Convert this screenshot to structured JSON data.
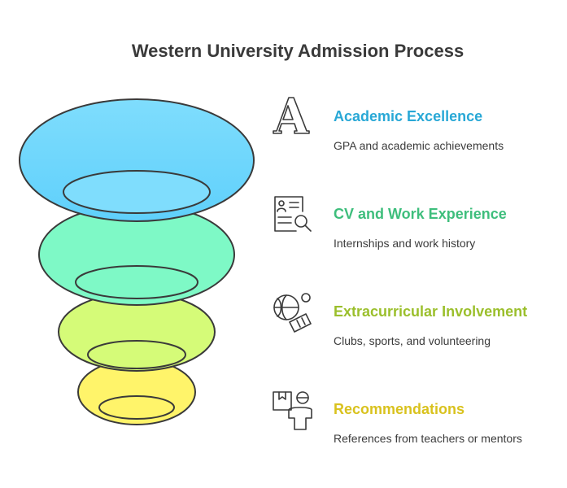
{
  "title": "Western University Admission Process",
  "stages": [
    {
      "title": "Academic Excellence",
      "description": "GPA and academic achievements",
      "color": "#29a8d6",
      "fill": "#7fddfd",
      "icon": "letter-a-icon"
    },
    {
      "title": "CV and Work Experience",
      "description": "Internships and work history",
      "color": "#3ebe7c",
      "fill": "#7ef9c6",
      "icon": "resume-search-icon"
    },
    {
      "title": "Extracurricular Involvement",
      "description": "Clubs, sports, and volunteering",
      "color": "#9bbf2c",
      "fill": "#d5fb78",
      "icon": "sports-ball-ticket-icon"
    },
    {
      "title": "Recommendations",
      "description": "References from teachers or mentors",
      "color": "#d9c21e",
      "fill": "#fff46a",
      "icon": "package-person-icon"
    }
  ]
}
